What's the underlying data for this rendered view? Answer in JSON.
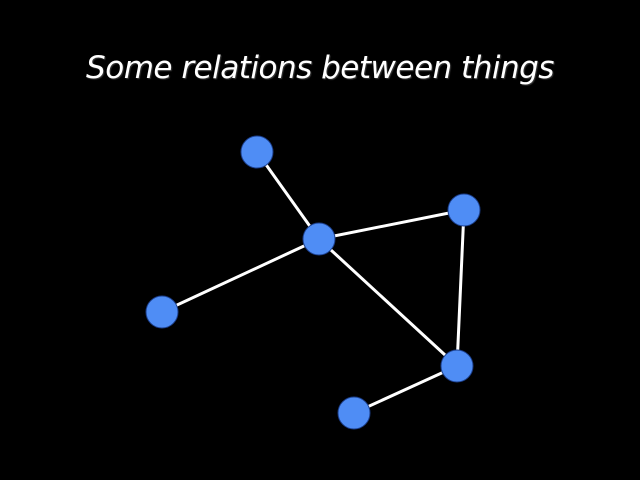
{
  "slide": {
    "title": "Some relations between things",
    "background_color": "#000000",
    "title_color": "#ffffff"
  },
  "graph": {
    "node_color": "#4f8df5",
    "edge_color": "#ffffff",
    "nodes": [
      {
        "id": "top"
      },
      {
        "id": "center"
      },
      {
        "id": "right"
      },
      {
        "id": "left"
      },
      {
        "id": "lower-right"
      },
      {
        "id": "bottom"
      }
    ],
    "edges": [
      {
        "from": "top",
        "to": "center"
      },
      {
        "from": "center",
        "to": "right"
      },
      {
        "from": "center",
        "to": "left"
      },
      {
        "from": "center",
        "to": "lower-right"
      },
      {
        "from": "right",
        "to": "lower-right"
      },
      {
        "from": "lower-right",
        "to": "bottom"
      }
    ]
  }
}
